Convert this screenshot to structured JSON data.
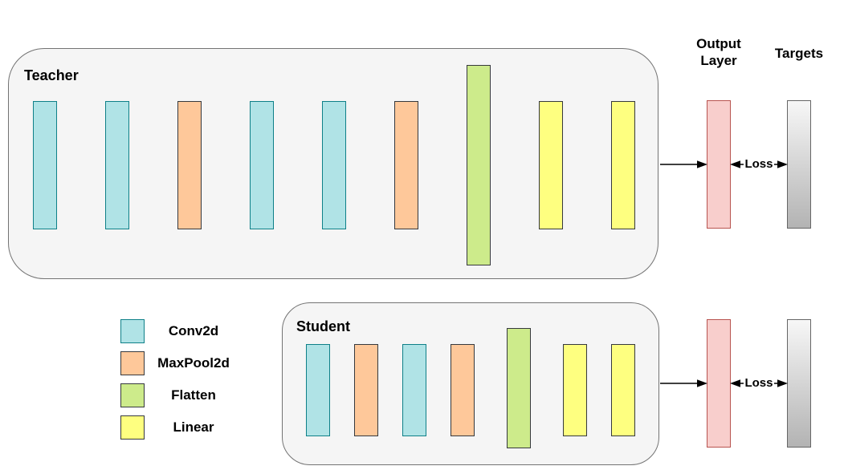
{
  "teacher": {
    "label": "Teacher",
    "layers": [
      "conv2d",
      "conv2d",
      "maxpool2d",
      "conv2d",
      "conv2d",
      "maxpool2d",
      "flatten",
      "linear",
      "linear"
    ]
  },
  "student": {
    "label": "Student",
    "layers": [
      "conv2d",
      "maxpool2d",
      "conv2d",
      "maxpool2d",
      "flatten",
      "linear",
      "linear"
    ]
  },
  "output_layer": {
    "title": "Output Layer",
    "fill": "#f8cecc",
    "stroke": "#b85450"
  },
  "targets": {
    "title": "Targets",
    "gradient_top": "#f7f7f7",
    "gradient_bottom": "#b3b3b3",
    "stroke": "#666666"
  },
  "loss": {
    "teacher_label": "Loss",
    "student_label": "Loss"
  },
  "legend": {
    "items": [
      {
        "type": "conv2d",
        "label": "Conv2d"
      },
      {
        "type": "maxpool2d",
        "label": "MaxPool2d"
      },
      {
        "type": "flatten",
        "label": "Flatten"
      },
      {
        "type": "linear",
        "label": "Linear"
      }
    ]
  },
  "layer_styles": {
    "conv2d": {
      "fill": "#b0e3e6",
      "stroke": "#0e8088"
    },
    "maxpool2d": {
      "fill": "#fec89a",
      "stroke": "#36393d"
    },
    "flatten": {
      "fill": "#cdeb8b",
      "stroke": "#36393d"
    },
    "linear": {
      "fill": "#feff80",
      "stroke": "#36393d"
    }
  },
  "box_style": {
    "fill": "#f5f5f5",
    "stroke": "#737373"
  },
  "arrow_color": "#000000"
}
